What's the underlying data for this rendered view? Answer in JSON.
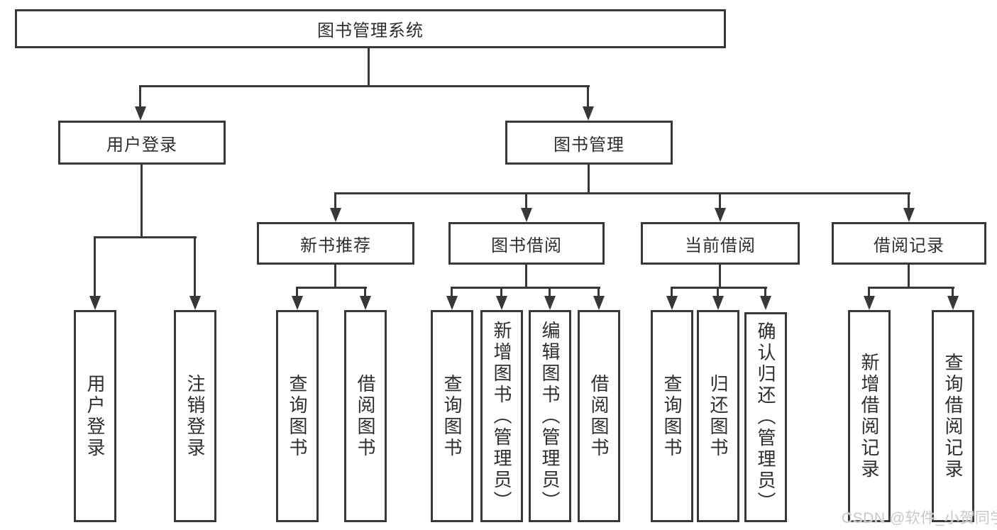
{
  "tree": {
    "root": "图书管理系统",
    "children": [
      {
        "label": "用户登录",
        "children": [
          {
            "label": "用户登录"
          },
          {
            "label": "注销登录"
          }
        ]
      },
      {
        "label": "图书管理",
        "children": [
          {
            "label": "新书推荐",
            "children": [
              {
                "label": "查询图书"
              },
              {
                "label": "借阅图书"
              }
            ]
          },
          {
            "label": "图书借阅",
            "children": [
              {
                "label": "查询图书"
              },
              {
                "label": "新增图书（管理员）"
              },
              {
                "label": "编辑图书（管理员）"
              },
              {
                "label": "借阅图书"
              }
            ]
          },
          {
            "label": "当前借阅",
            "children": [
              {
                "label": "查询图书"
              },
              {
                "label": "归还图书"
              },
              {
                "label": "确认归还（管理员）"
              }
            ]
          },
          {
            "label": "借阅记录",
            "children": [
              {
                "label": "新增借阅记录"
              },
              {
                "label": "查询借阅记录"
              }
            ]
          }
        ]
      }
    ]
  },
  "watermark": "CSDN @软件_小贺同学",
  "colors": {
    "line": "#383838",
    "text": "#2e2e2e",
    "watermark": "#c8c8c8",
    "background": "#ffffff"
  }
}
